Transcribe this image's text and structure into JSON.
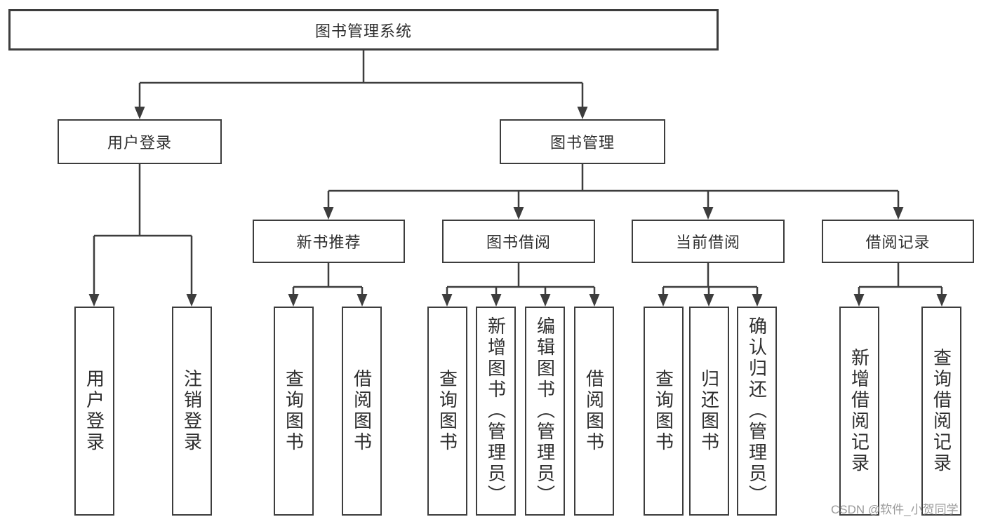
{
  "colors": {
    "line": "#3d3d3d",
    "box_border": "#3d3d3d",
    "text": "#2e2e2e",
    "watermark": "#9b9b9b",
    "background": "#ffffff"
  },
  "watermark": "CSDN @软件_小贺同学",
  "tree": {
    "root": {
      "label": "图书管理系统"
    },
    "level2": [
      {
        "label": "用户登录"
      },
      {
        "label": "图书管理"
      }
    ],
    "level3": [
      {
        "label": "新书推荐"
      },
      {
        "label": "图书借阅"
      },
      {
        "label": "当前借阅"
      },
      {
        "label": "借阅记录"
      }
    ],
    "leaves": {
      "user_login": [
        {
          "label": "用户登录"
        },
        {
          "label": "注销登录"
        }
      ],
      "new_book_recommend": [
        {
          "label": "查询图书"
        },
        {
          "label": "借阅图书"
        }
      ],
      "book_borrow": [
        {
          "label": "查询图书"
        },
        {
          "label": "新增图书（管理员）"
        },
        {
          "label": "编辑图书（管理员）"
        },
        {
          "label": "借阅图书"
        }
      ],
      "current_borrow": [
        {
          "label": "查询图书"
        },
        {
          "label": "归还图书"
        },
        {
          "label": "确认归还（管理员）"
        }
      ],
      "borrow_records": [
        {
          "label": "新增借阅记录"
        },
        {
          "label": "查询借阅记录"
        }
      ]
    }
  }
}
